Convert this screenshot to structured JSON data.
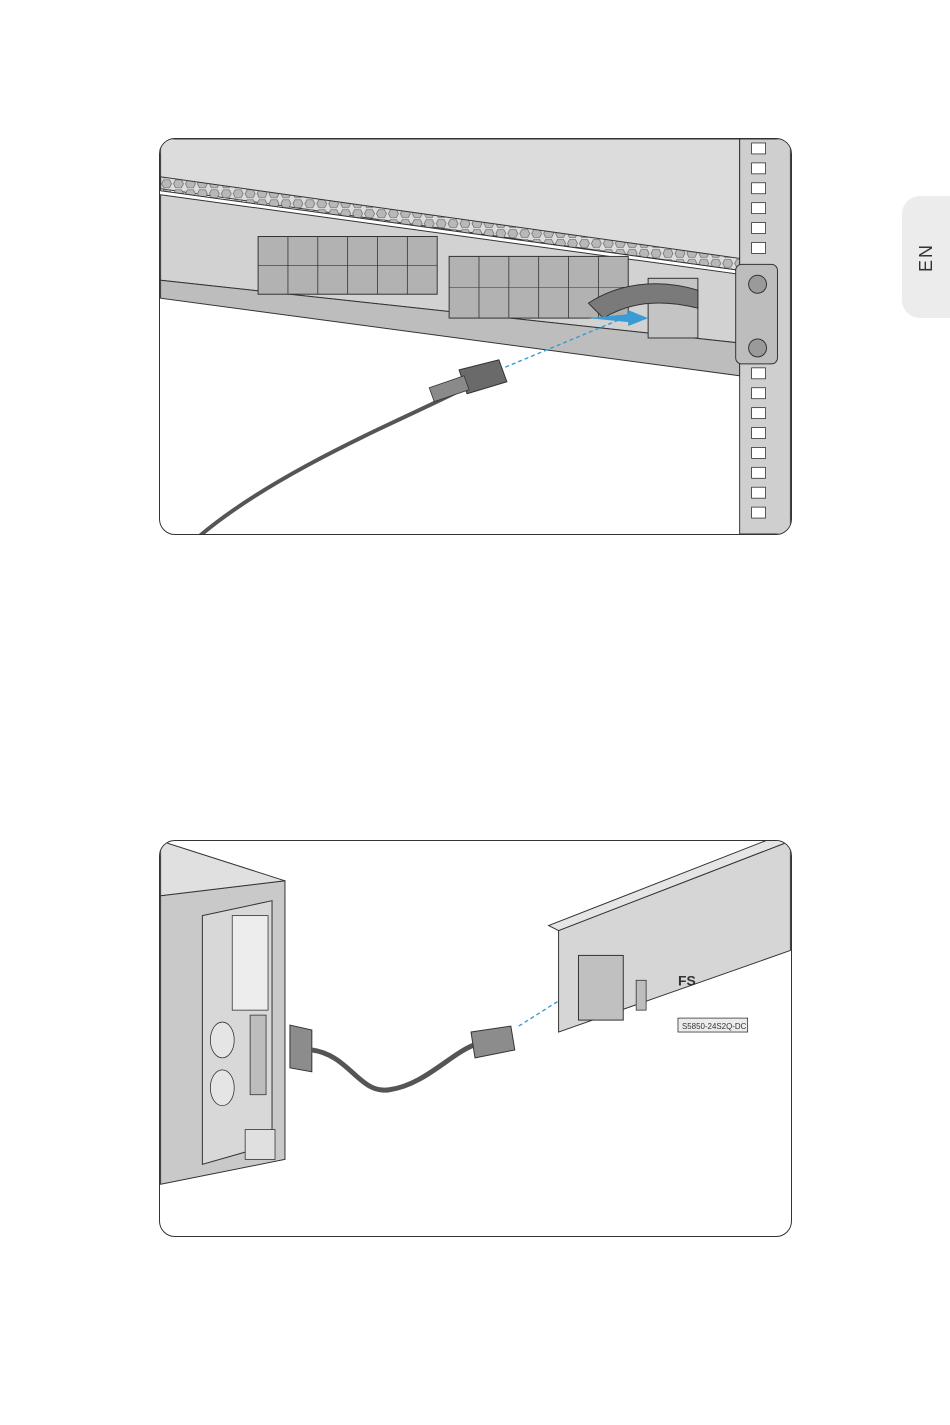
{
  "side_tab": {
    "label": "EN"
  },
  "figure2": {
    "brand": "FS",
    "model": "S5850-24S2Q-DC"
  },
  "colors": {
    "accent_blue": "#3a9bd5",
    "panel_gray": "#c9c9c9",
    "outline": "#333333"
  }
}
